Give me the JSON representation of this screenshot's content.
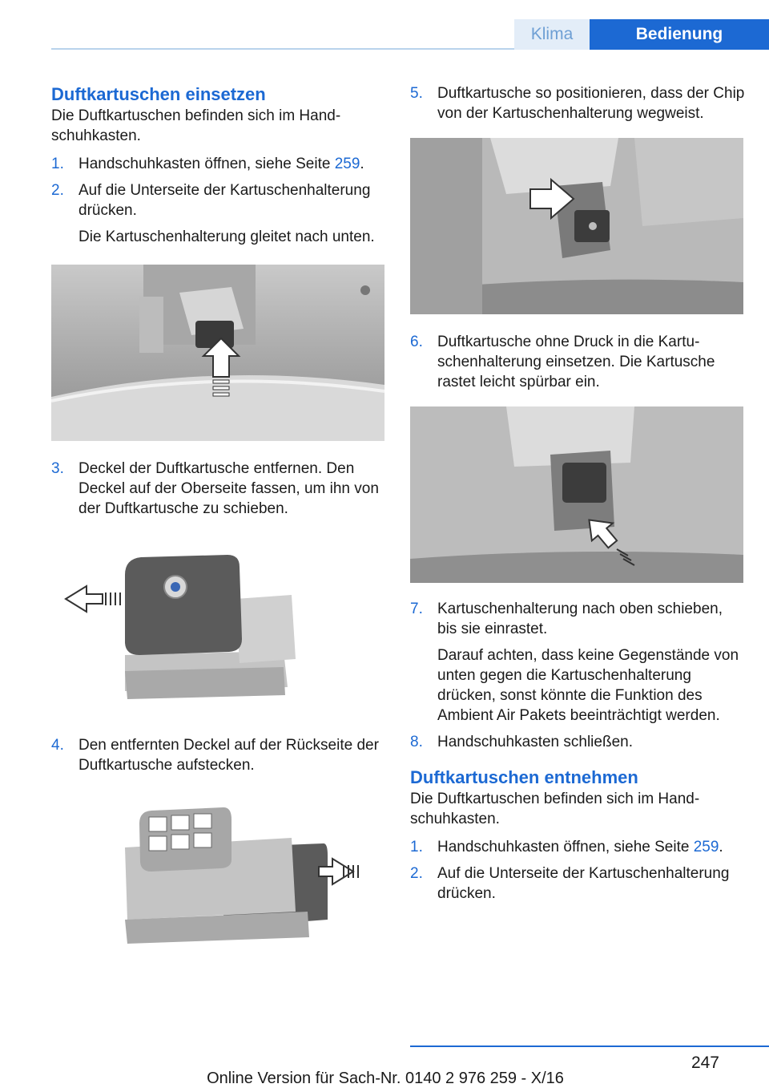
{
  "header": {
    "tab_chapter": "Klima",
    "tab_section": "Bedienung"
  },
  "left": {
    "heading": "Duftkartuschen einsetzen",
    "intro": "Die Duftkartuschen befinden sich im Hand­schuhkasten.",
    "steps": [
      {
        "num": "1.",
        "text": "Handschuhkasten öffnen, siehe Seite ",
        "link": "259",
        "after": "."
      },
      {
        "num": "2.",
        "text": "Auf die Unterseite der Kartuschenhalte­rung drücken.",
        "sub": "Die Kartuschenhalterung gleitet nach un­ten."
      },
      {
        "num": "3.",
        "text": "Deckel der Duftkartusche entfernen. Den Deckel auf der Oberseite fassen, um ihn von der Duftkartusche zu schieben."
      },
      {
        "num": "4.",
        "text": "Den entfernten Deckel auf der Rückseite der Duftkartusche aufstecken."
      }
    ]
  },
  "right": {
    "steps": [
      {
        "num": "5.",
        "text": "Duftkartusche so positionieren, dass der Chip von der Kartuschenhalterung weg­weist."
      },
      {
        "num": "6.",
        "text": "Duftkartusche ohne Druck in die Kartu­schenhalterung einsetzen. Die Kartusche rastet leicht spürbar ein."
      },
      {
        "num": "7.",
        "text": "Kartuschenhalterung nach oben schieben, bis sie einrastet.",
        "sub": "Darauf achten, dass keine Gegenstände von unten gegen die Kartuschenhalterung drücken, sonst könnte die Funktion des Ambient Air Pakets beeinträchtigt werden."
      },
      {
        "num": "8.",
        "text": "Handschuhkasten schließen."
      }
    ],
    "heading2": "Duftkartuschen entnehmen",
    "intro2": "Die Duftkartuschen befinden sich im Hand­schuhkasten.",
    "steps2": [
      {
        "num": "1.",
        "text": "Handschuhkasten öffnen, siehe Seite ",
        "link": "259",
        "after": "."
      },
      {
        "num": "2.",
        "text": "Auf die Unterseite der Kartuschenhalte­rung drücken."
      }
    ]
  },
  "footer": {
    "page_number": "247",
    "online_version": "Online Version für Sach-Nr. 0140 2 976 259 - X/16"
  },
  "colors": {
    "accent": "#1c69d3",
    "tab_light": "#e3edf8",
    "arrow_fill": "#ffffff"
  }
}
